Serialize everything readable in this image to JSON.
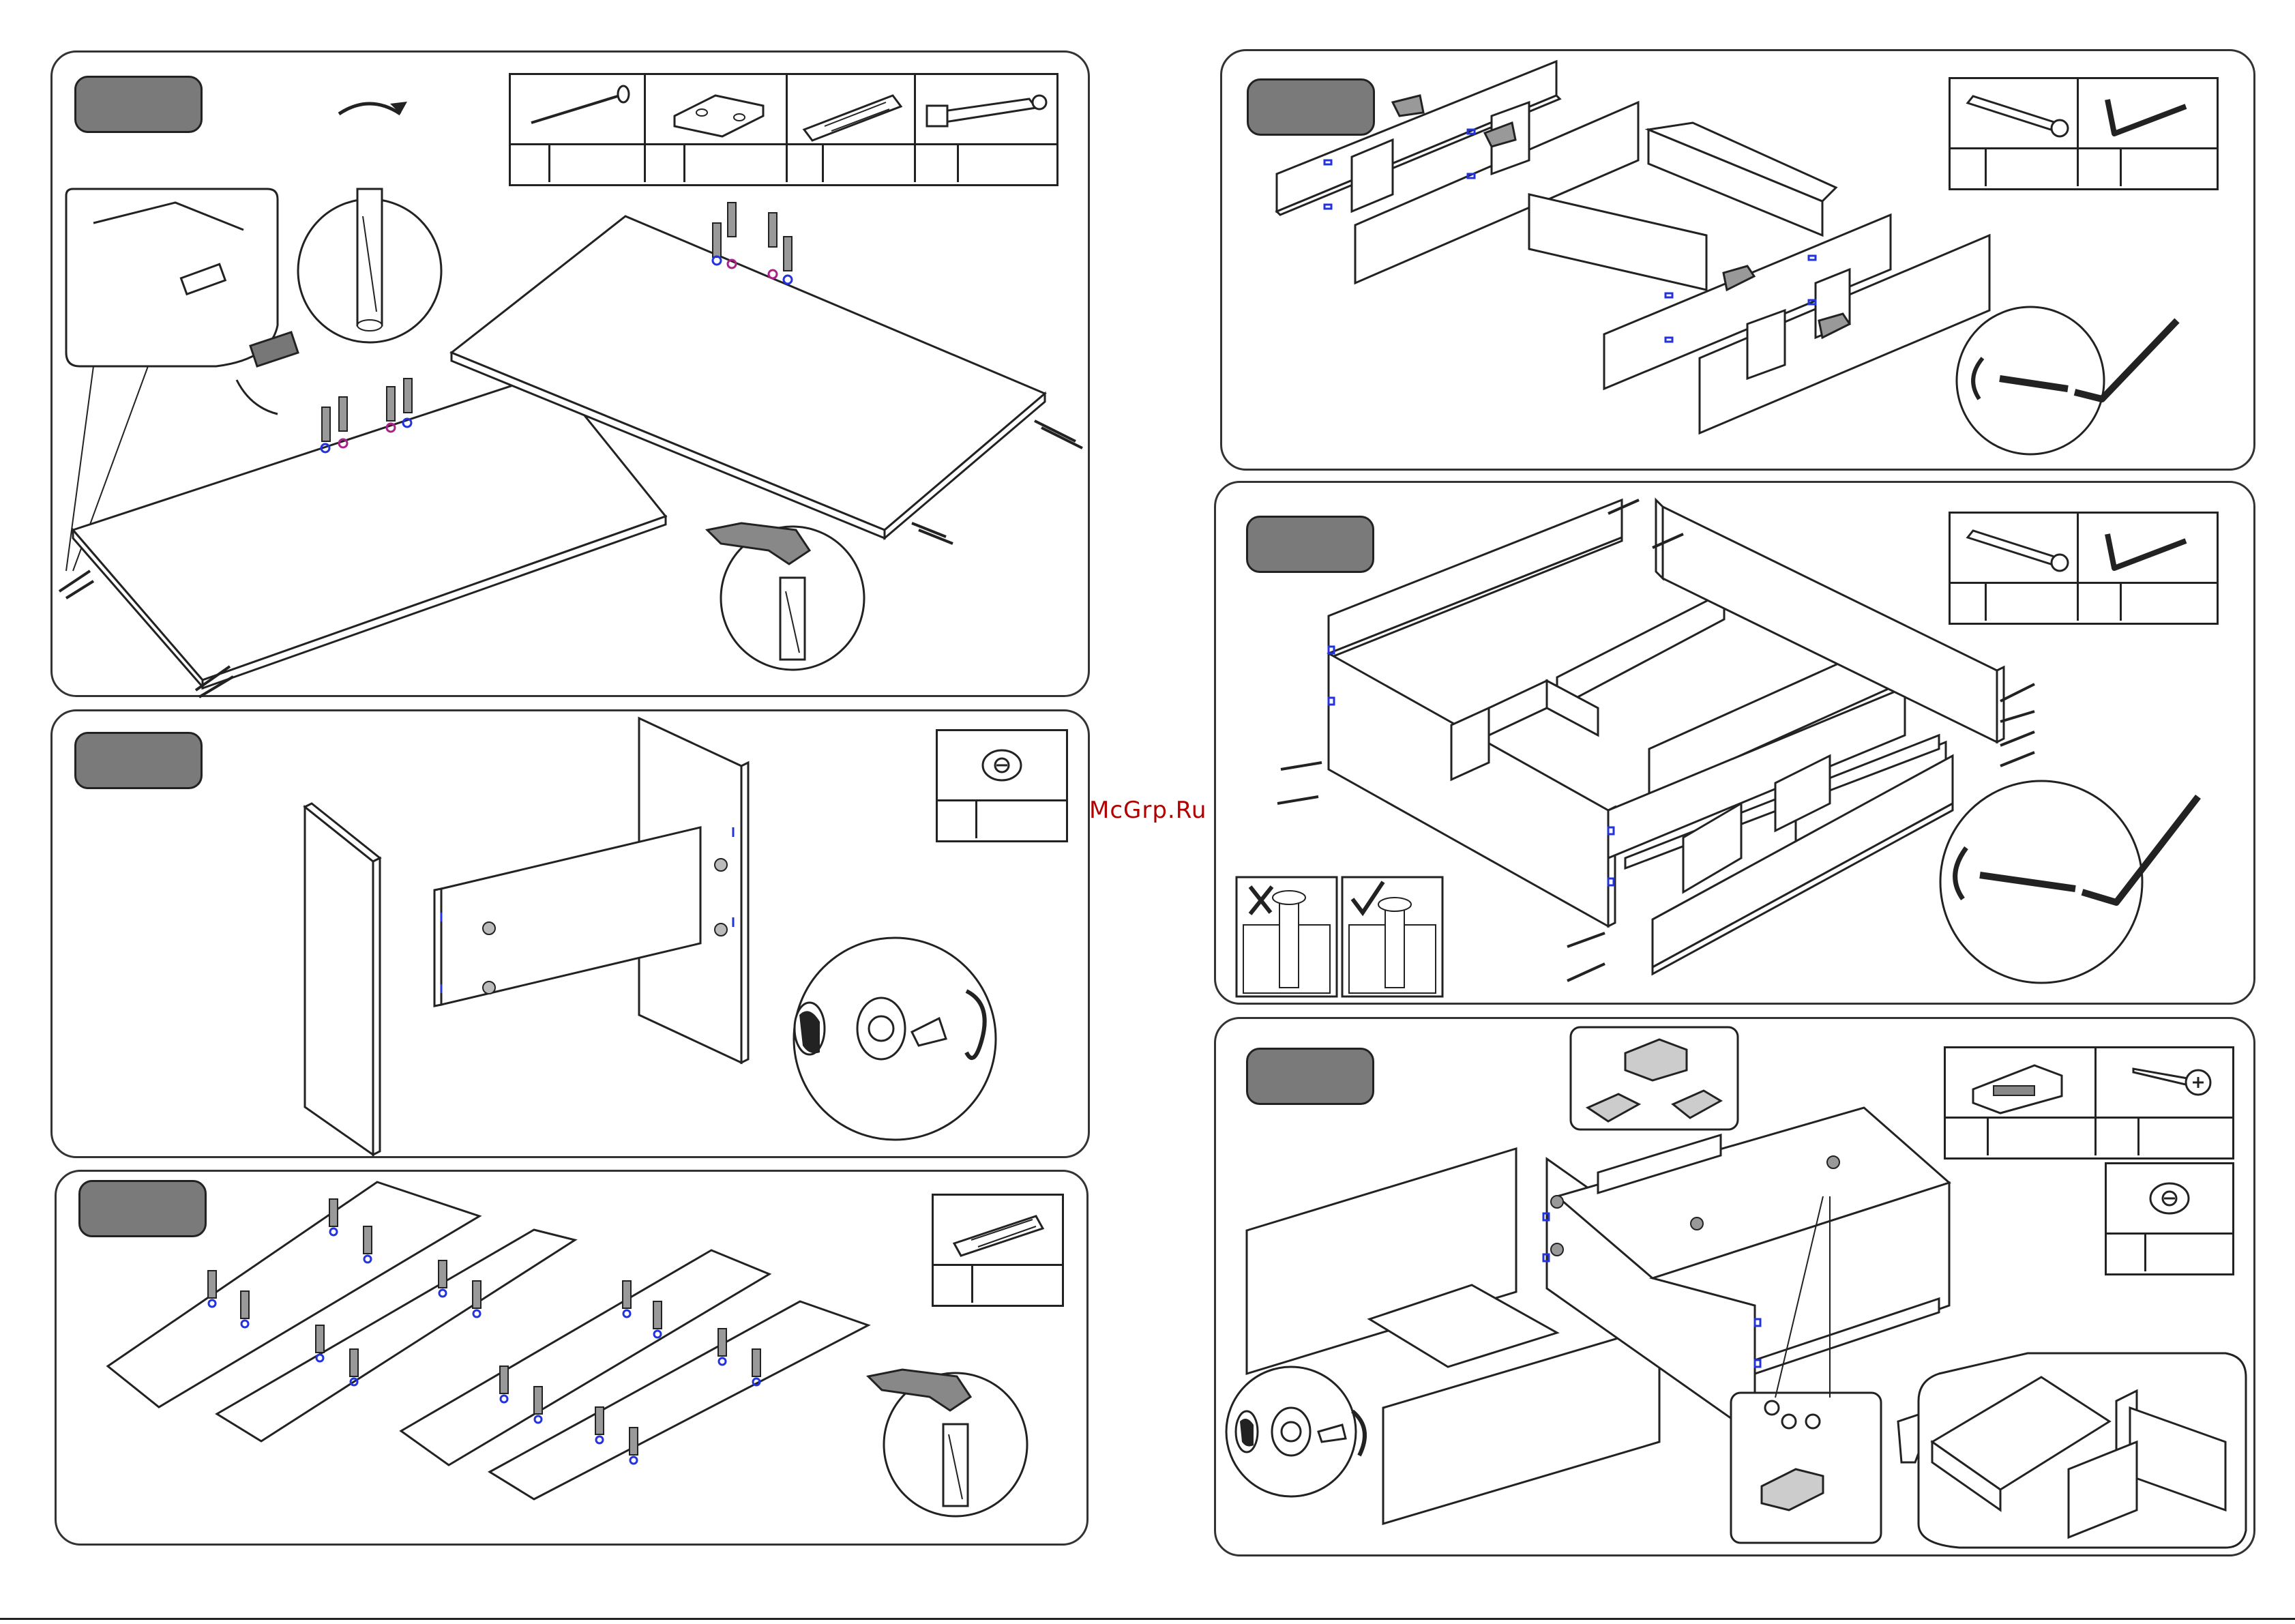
{
  "watermark": "McGrp.Ru",
  "colors": {
    "pin_blue": "#2233dd",
    "pin_magenta": "#aa2288",
    "badge_gray": "#7a7a7a",
    "outline": "#222222"
  },
  "steps": [
    {
      "id": "step-1",
      "icons": [
        "nail-icon",
        "bracket-icon",
        "dowel-icon",
        "cam-bolt-icon"
      ]
    },
    {
      "id": "step-2",
      "icons": [
        "cam-lock-icon"
      ]
    },
    {
      "id": "step-3",
      "icons": [
        "dowel-icon"
      ]
    },
    {
      "id": "step-4",
      "icons": [
        "confirmat-screw-icon",
        "hex-key-icon"
      ]
    },
    {
      "id": "step-5",
      "icons": [
        "confirmat-screw-icon",
        "hex-key-icon"
      ]
    },
    {
      "id": "step-6",
      "icons": [
        "drawer-runner-icon",
        "screw-icon",
        "cam-lock-icon"
      ]
    }
  ]
}
